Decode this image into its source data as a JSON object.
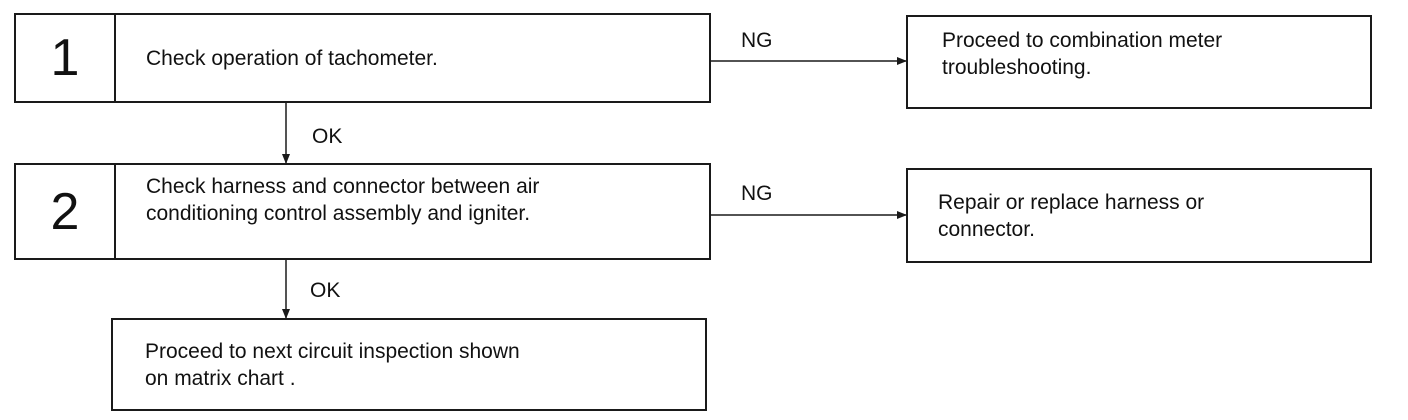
{
  "steps": [
    {
      "number": "1",
      "text": "Check operation of tachometer."
    },
    {
      "number": "2",
      "text": "Check harness and connector between air\nconditioning control assembly and igniter."
    }
  ],
  "results": [
    {
      "text": "Proceed to combination meter\ntroubleshooting."
    },
    {
      "text": "Repair or replace harness or\nconnector."
    }
  ],
  "final": {
    "text": "Proceed to next circuit inspection shown\non matrix chart ."
  },
  "labels": {
    "ng": "NG",
    "ok": "OK"
  }
}
